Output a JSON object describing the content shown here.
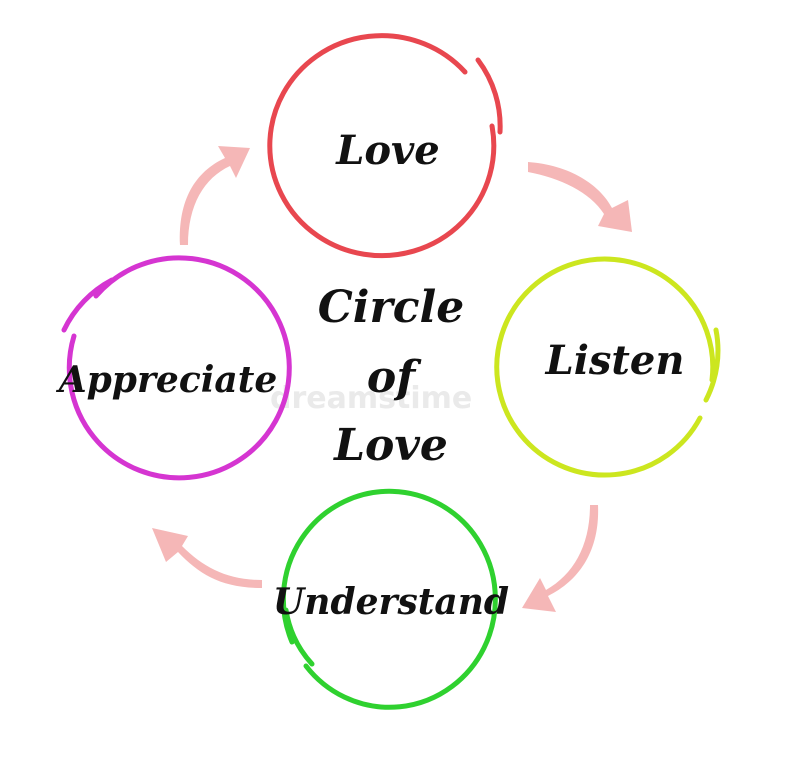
{
  "title": {
    "line1": "Circle",
    "line2": "of",
    "line3": "Love"
  },
  "nodes": {
    "top": {
      "label": "Love",
      "color": "#e8474f"
    },
    "right": {
      "label": "Listen",
      "color": "#cce61f"
    },
    "bottom": {
      "label": "Understand",
      "color": "#2fd12f"
    },
    "left": {
      "label": "Appreciate",
      "color": "#d535d1"
    }
  },
  "arrow_color": "#f5b7b7",
  "watermark": "dreamstime"
}
